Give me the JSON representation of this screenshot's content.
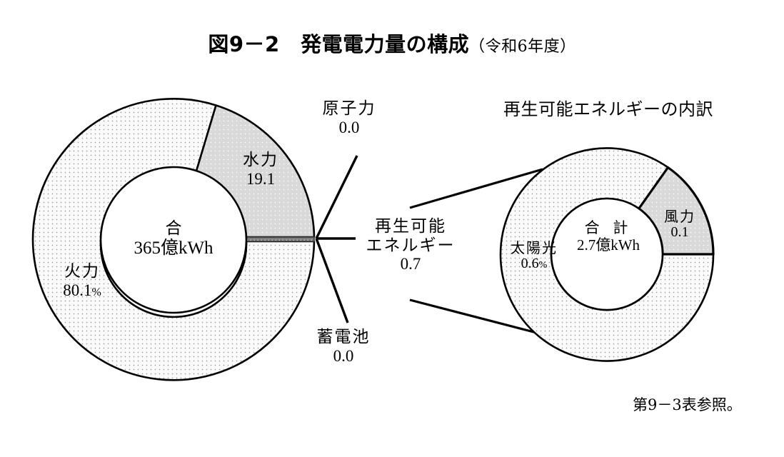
{
  "title": {
    "main": "図9－2　発電電力量の構成",
    "sub": "（令和6年度）"
  },
  "subchart_title": "再生可能エネルギーの内訳",
  "footnote": "第9－3表参照。",
  "left_chart": {
    "center_label": "合",
    "center_value": "365億kWh",
    "labels": {
      "thermal_name": "火力",
      "thermal_value": "80.1",
      "thermal_unit": "%",
      "hydro_name": "水力",
      "hydro_value": "19.1",
      "nuclear_name": "原子力",
      "nuclear_value": "0.0",
      "battery_name": "蓄電池",
      "battery_value": "0.0",
      "renew_name_1": "再生可能",
      "renew_name_2": "エネルギー",
      "renew_value": "0.7"
    }
  },
  "right_chart": {
    "center_label": "合 計",
    "center_value": "2.7億kWh",
    "labels": {
      "solar_name": "太陽光",
      "solar_value": "0.6",
      "solar_unit": "%",
      "wind_name": "風力",
      "wind_value": "0.1"
    }
  },
  "colors": {
    "outline": "#000000",
    "fill_light": "#fafafa",
    "fill_medium": "#d8d8d8",
    "fill_dark": "#7a7a7a",
    "dot_pattern": "#9a9a9a",
    "background": "#ffffff"
  },
  "chart_data": [
    {
      "type": "pie",
      "title": "発電電力量の構成（令和6年度）",
      "subtitle": "合 365億kWh",
      "unit": "%",
      "total_label": "365億kWh",
      "categories": [
        "火力",
        "水力",
        "再生可能エネルギー",
        "原子力",
        "蓄電池"
      ],
      "values": [
        80.1,
        19.1,
        0.7,
        0.0,
        0.0
      ],
      "donut": true,
      "start_angle_deg": 0,
      "direction": "clockwise",
      "legend": "callout-labels",
      "slice_fills": [
        "#fafafa",
        "#d8d8d8",
        "#7a7a7a",
        "#ffffff",
        "#ffffff"
      ]
    },
    {
      "type": "pie",
      "title": "再生可能エネルギーの内訳",
      "subtitle": "合 計 2.7億kWh",
      "unit": "%",
      "total_label": "2.7億kWh",
      "categories": [
        "太陽光",
        "風力"
      ],
      "values": [
        0.6,
        0.1
      ],
      "donut": true,
      "start_angle_deg": 0,
      "direction": "clockwise",
      "legend": "callout-labels",
      "slice_fills": [
        "#fafafa",
        "#d8d8d8"
      ]
    }
  ]
}
